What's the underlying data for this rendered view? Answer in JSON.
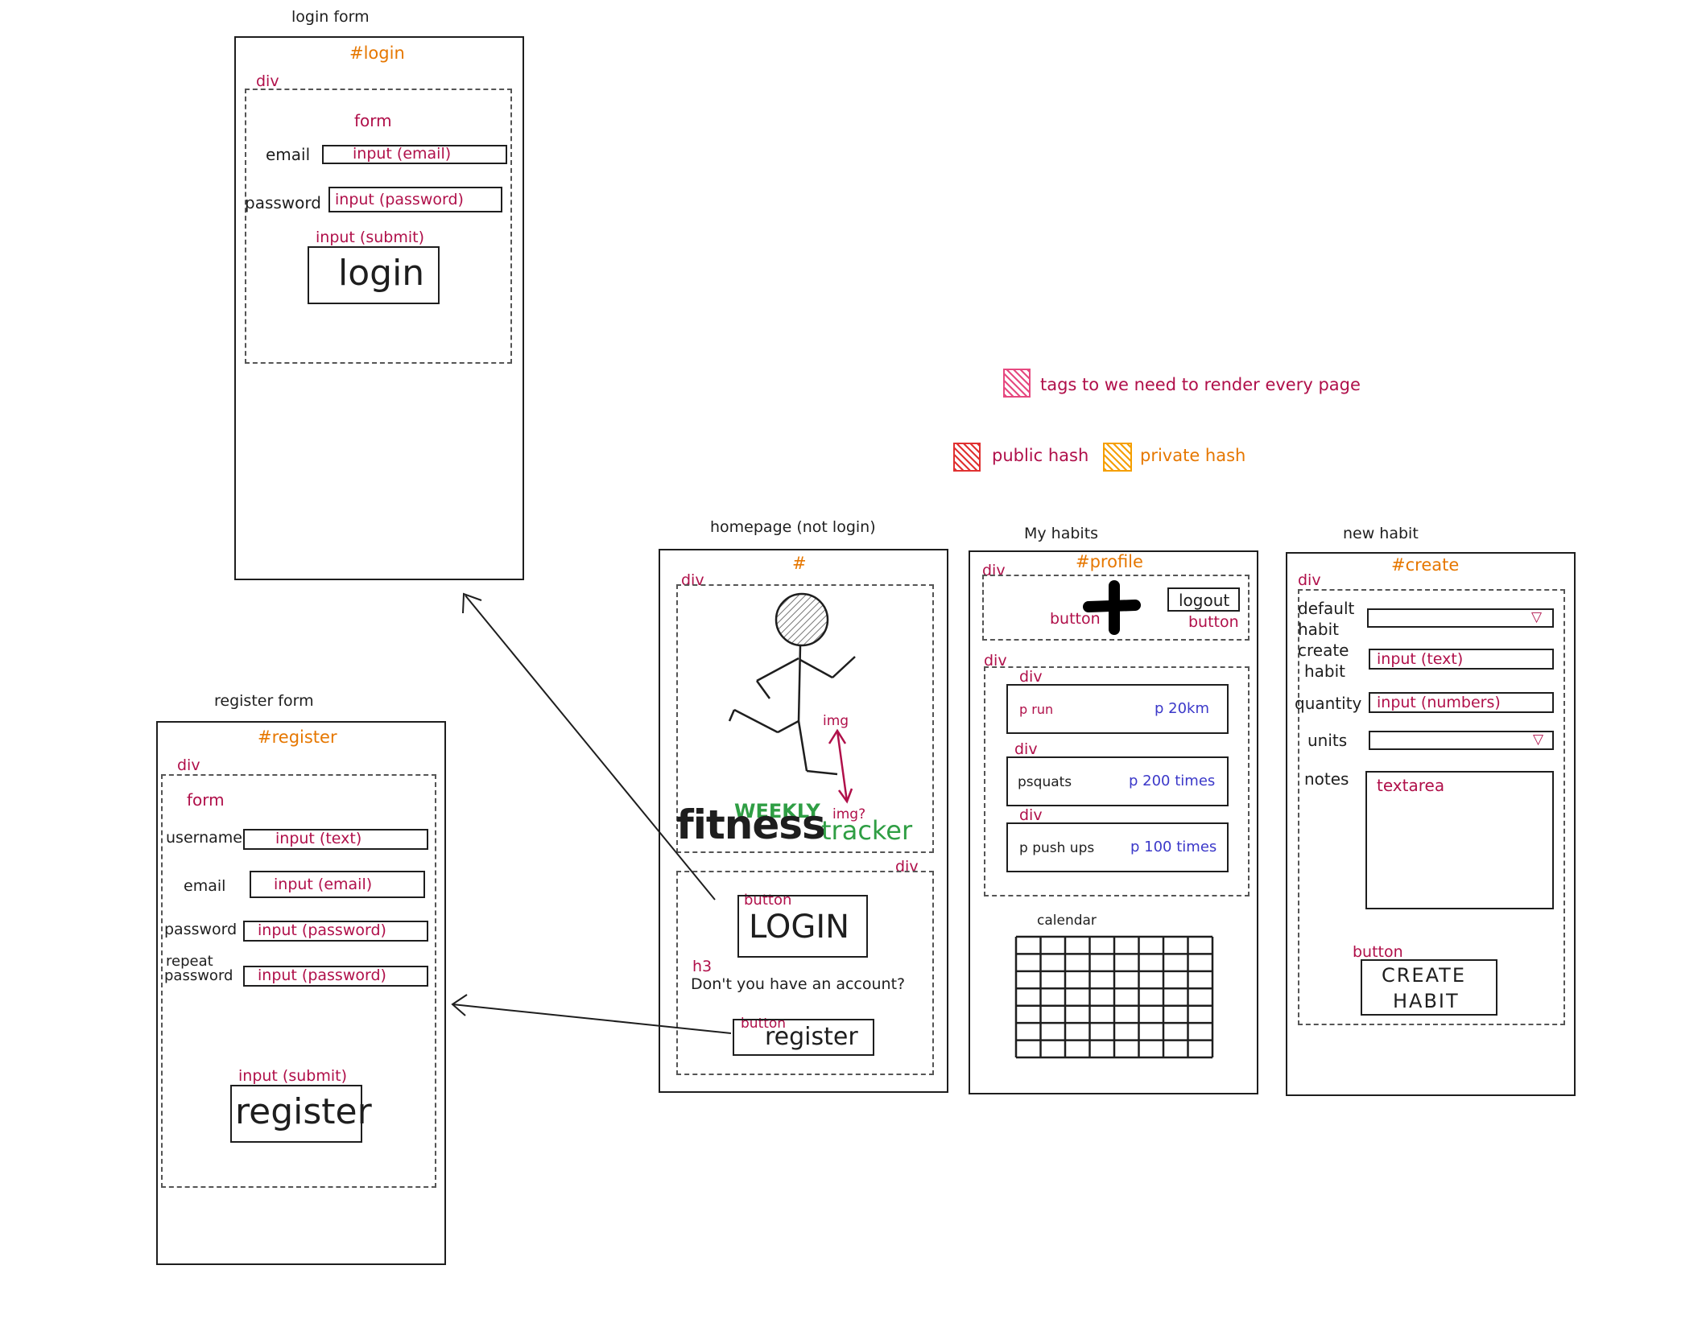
{
  "legend": {
    "tags_label": "tags to we need to render every page",
    "public_label": "public hash",
    "private_label": "private hash"
  },
  "login": {
    "title": "login form",
    "hash": "#login",
    "div": "div",
    "form": "form",
    "email_label": "email",
    "email_input": "input (email)",
    "password_label": "password",
    "password_input": "input (password)",
    "submit_tag": "input (submit)",
    "submit_text": "login"
  },
  "register": {
    "title": "register form",
    "hash": "#register",
    "div": "div",
    "form": "form",
    "username_label": "username",
    "username_input": "input (text)",
    "email_label": "email",
    "email_input": "input (email)",
    "password_label": "password",
    "password_input": "input (password)",
    "repeat_label_1": "repeat",
    "repeat_label_2": "password",
    "repeat_input": "input (password)",
    "submit_tag": "input (submit)",
    "submit_text": "register"
  },
  "home": {
    "title": "homepage (not login)",
    "hash": "#",
    "div_top": "div",
    "img_tag": "img",
    "img_q_tag": "img?",
    "logo_weekly": "WEEKLY",
    "logo_fitness": "fitness",
    "logo_tracker": "tracker",
    "div_bottom": "div",
    "login_tag": "button",
    "login_text": "LOGIN",
    "h3_tag": "h3",
    "h3_text": "Don't you have an account?",
    "register_tag": "button",
    "register_text": "register"
  },
  "habits": {
    "title": "My habits",
    "div_top": "div",
    "hash": "#profile",
    "plus_tag": "button",
    "logout_text": "logout",
    "logout_tag": "button",
    "div_list": "div",
    "items": [
      {
        "div": "div",
        "name": "p run",
        "value": "p 20km"
      },
      {
        "div": "div",
        "name": "psquats",
        "value": "p 200 times"
      },
      {
        "div": "div",
        "name": "p push ups",
        "value": "p 100 times"
      }
    ],
    "calendar_label": "calendar"
  },
  "create": {
    "title": "new habit",
    "hash": "#create",
    "div": "div",
    "default_1": "default",
    "default_2": "habit",
    "create_1": "create",
    "create_2": "habit",
    "create_input": "input (text)",
    "quantity_label": "quantity",
    "quantity_input": "input (numbers)",
    "units_label": "units",
    "notes_label": "notes",
    "textarea_tag": "textarea",
    "button_tag": "button",
    "button_text_1": "CREATE",
    "button_text_2": "HABIT"
  },
  "colors": {
    "tag": "#b0104a",
    "hash": "#e67700",
    "logo_green": "#2f9e44",
    "value_blue": "#3b38c9"
  }
}
